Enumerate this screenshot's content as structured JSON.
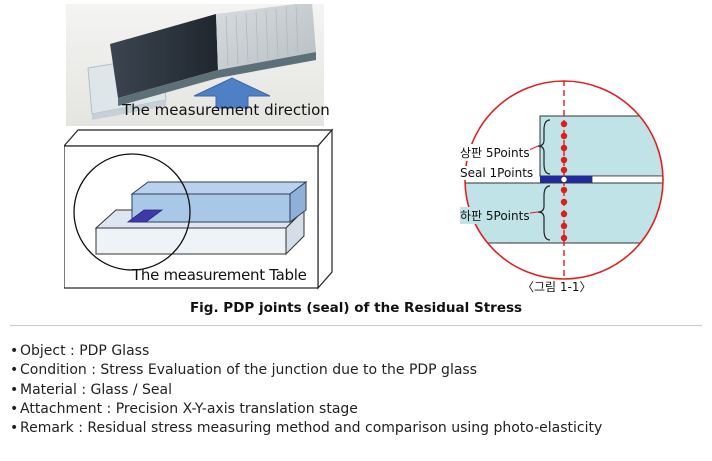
{
  "photo": {
    "direction_label": "The measurement direction"
  },
  "diagram": {
    "table_label": "The measurement Table"
  },
  "detail": {
    "upper_label": "상판 5Points",
    "seal_label": "Seal 1Points",
    "lower_label": "하판 5Points",
    "figure_ref": "〈그림 1-1〉"
  },
  "figure_caption": "Fig. PDP joints (seal) of the Residual Stress",
  "info": [
    {
      "bullet": "•",
      "text": "Object : PDP Glass"
    },
    {
      "bullet": "•",
      "text": "Condition : Stress Evaluation of the junction due to the PDP glass"
    },
    {
      "bullet": "•",
      "text": "Material : Glass / Seal"
    },
    {
      "bullet": "•",
      "text": "Attachment : Precision X-Y-axis translation stage"
    },
    {
      "bullet": "•",
      "text": "Remark : Residual stress measuring method and comparison using photo-elasticity"
    }
  ],
  "colors": {
    "arrow": "#4f7fc4",
    "glass": "#a9c7e7",
    "glass_dark": "#6f8fbf",
    "seal": "#3c3aa5",
    "detail_glass": "#bfe3e6",
    "detail_border": "#e02020",
    "points": "#e21b1b"
  }
}
